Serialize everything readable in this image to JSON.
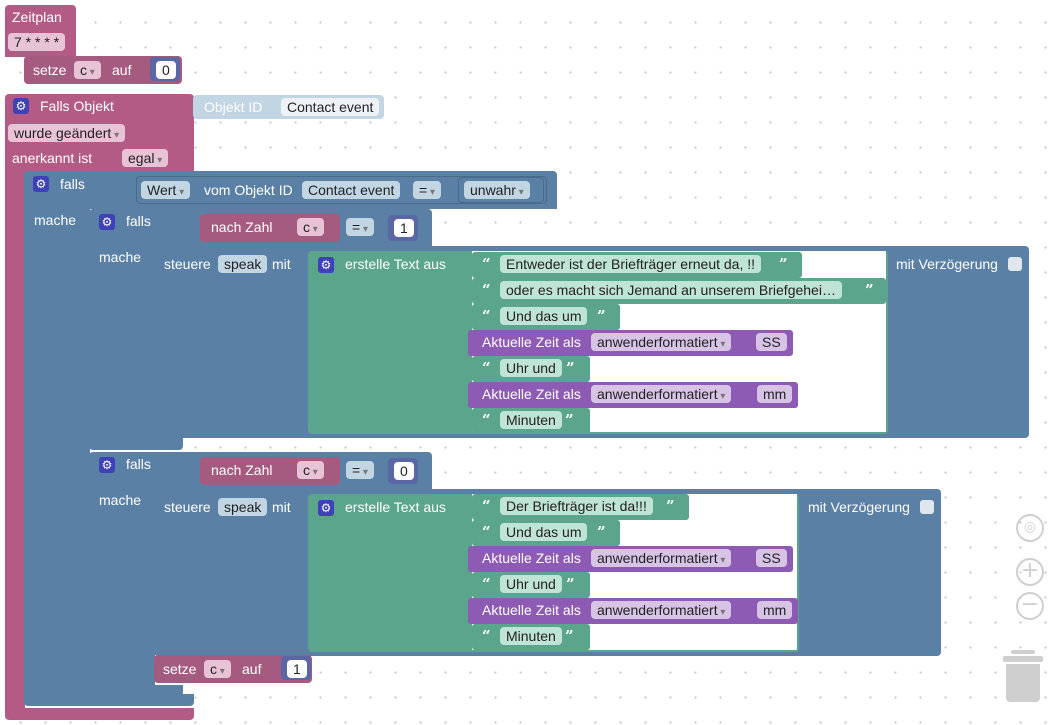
{
  "schedule": {
    "title": "Zeitplan",
    "cron": "7 * * * *"
  },
  "set_init": {
    "setze": "setze",
    "var": "c",
    "auf": "auf",
    "value": "0"
  },
  "trigger": {
    "title": "Falls Objekt",
    "objekt_id_label": "Objekt ID",
    "objekt_id": "Contact event",
    "mode": "wurde geändert",
    "ack_label": "anerkannt ist",
    "ack": "egal"
  },
  "if_outer": {
    "falls": "falls",
    "mache": "mache",
    "wert": "Wert",
    "vom_objekt": "vom Objekt ID",
    "objekt": "Contact event",
    "op": "=",
    "cmp": "unwahr"
  },
  "if1": {
    "falls": "falls",
    "mache": "mache",
    "nach_zahl": "nach Zahl",
    "var": "c",
    "op": "=",
    "value": "1",
    "steuere": "steuere",
    "target": "speak",
    "mit": "mit",
    "create_text": "erstelle Text aus",
    "delay_label": "mit Verzögerung",
    "items": {
      "t0": "Entweder ist der Briefträger erneut da, !!",
      "t1": " oder es macht sich Jemand an unserem Briefgehei…",
      "t2": "Und das um",
      "time3_label": "Aktuelle Zeit als",
      "time3_fmt": "anwenderformatiert",
      "time3_val": "SS",
      "t4": "Uhr und",
      "time5_label": "Aktuelle Zeit als",
      "time5_fmt": "anwenderformatiert",
      "time5_val": "mm",
      "t6": "Minuten"
    }
  },
  "if2": {
    "falls": "falls",
    "mache": "mache",
    "nach_zahl": "nach Zahl",
    "var": "c",
    "op": "=",
    "value": "0",
    "steuere": "steuere",
    "target": "speak",
    "mit": "mit",
    "create_text": "erstelle Text aus",
    "delay_label": "mit Verzögerung",
    "items": {
      "t0": "Der Briefträger ist da!!!",
      "t1": "Und das um",
      "time2_label": "Aktuelle Zeit als",
      "time2_fmt": "anwenderformatiert",
      "time2_val": "SS",
      "t3": "Uhr und",
      "time4_label": "Aktuelle Zeit als",
      "time4_fmt": "anwenderformatiert",
      "time4_val": "mm",
      "t5": "Minuten"
    },
    "set": {
      "setze": "setze",
      "var": "c",
      "auf": "auf",
      "value": "1"
    }
  },
  "icons": {
    "gear": "gear-icon",
    "open_quote": "open-quote-icon",
    "close_quote": "close-quote-icon",
    "center": "center-icon",
    "zoom_in": "zoom-in-icon",
    "zoom_out": "zoom-out-icon",
    "trash": "trash-icon"
  },
  "colors": {
    "trigger": "#b35b85",
    "logic": "#5b80a5",
    "math": "#a55b80",
    "text": "#5ba58c",
    "time": "#8e5bb4",
    "variable": "#a55b80",
    "workspace": "#ffffff"
  }
}
